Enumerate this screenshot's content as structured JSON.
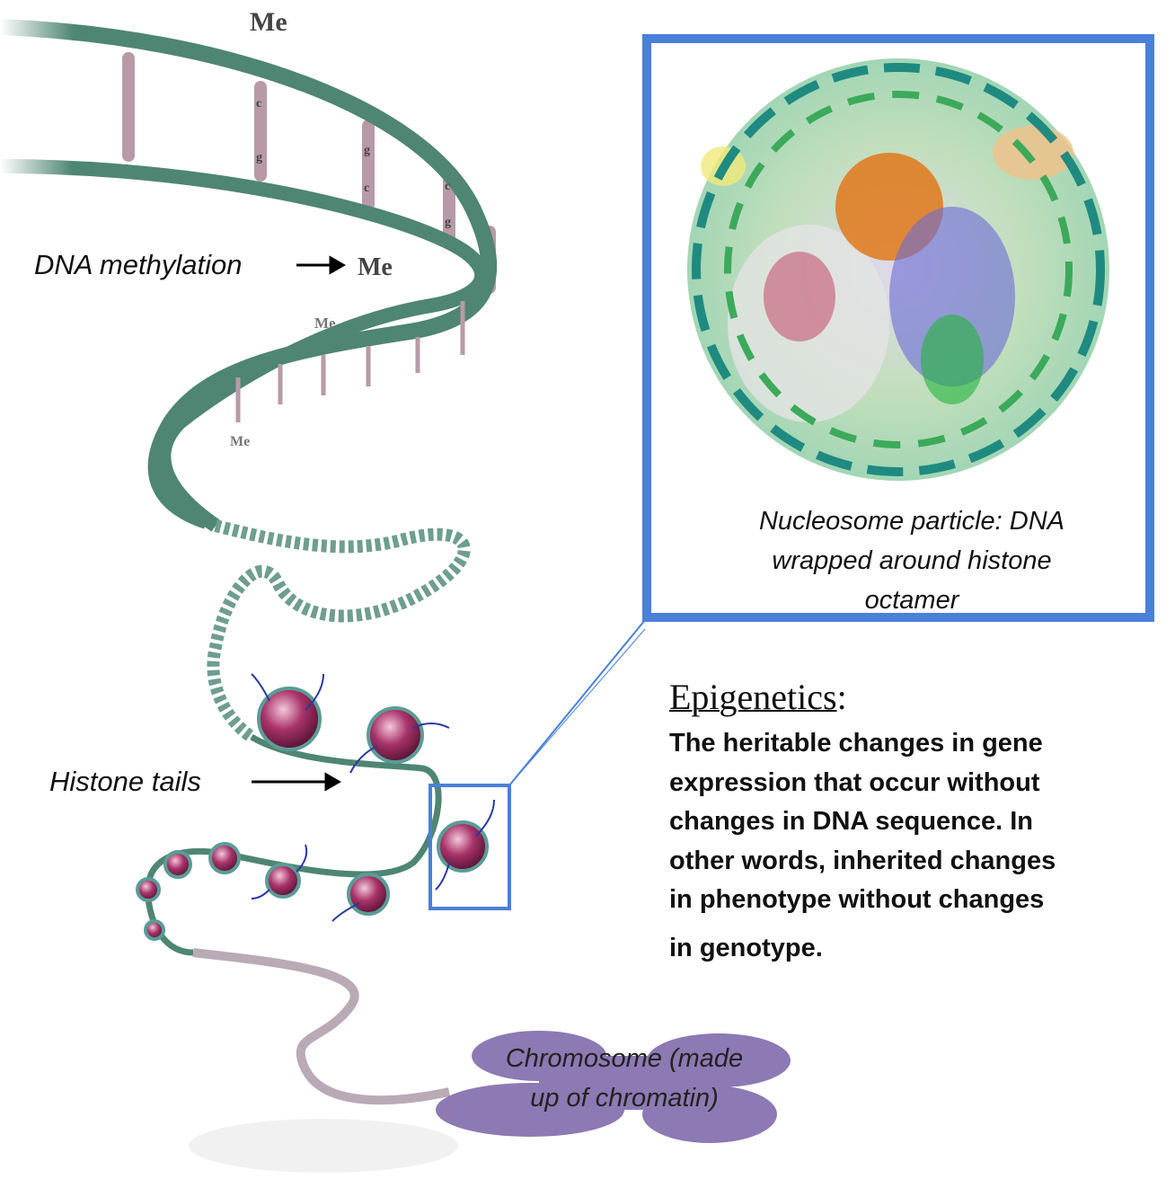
{
  "labels": {
    "dna_methylation": "DNA methylation",
    "histone_tails": "Histone tails",
    "methyl": "Me",
    "base_pairs": [
      "c",
      "g",
      "g",
      "c",
      "c",
      "g"
    ]
  },
  "nucleosome_caption": [
    "Nucleosome particle: DNA",
    "wrapped around histone",
    "octamer"
  ],
  "epigenetics": {
    "title": "Epigenetics",
    "colon": ":",
    "definition_lines": [
      "The heritable changes in gene",
      "expression that occur without",
      "changes in DNA sequence. In",
      "other words, inherited changes",
      "in phenotype without changes",
      "in genotype."
    ]
  },
  "chromosome_caption": [
    "Chromosome (made",
    "up of chromatin)"
  ],
  "colors": {
    "dna_strand": "#4f8573",
    "base_pair": "#b89aa6",
    "histone": "#9a2c5c",
    "frame": "#4a80d8",
    "chromosome": "#7a62a6"
  }
}
